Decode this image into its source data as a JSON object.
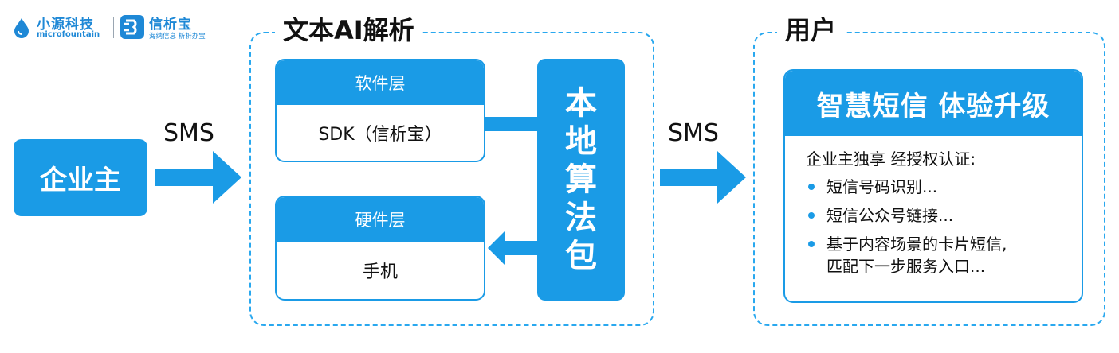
{
  "header": {
    "logo1_name": "小源科技",
    "logo1_sub": "microfountain",
    "logo2_name": "信析宝",
    "logo2_sub": "海纳信息 析析办宝"
  },
  "enterprise": {
    "label": "企业主"
  },
  "arrows": {
    "left_label": "SMS",
    "right_label": "SMS"
  },
  "ai_group": {
    "title": "文本AI解析",
    "software_layer": {
      "header": "软件层",
      "body": "SDK（信析宝）"
    },
    "hardware_layer": {
      "header": "硬件层",
      "body": "手机"
    },
    "algorithm": {
      "chars": [
        "本",
        "地",
        "算",
        "法",
        "包"
      ]
    }
  },
  "user_group": {
    "title": "用户",
    "card_header": "智慧短信 体验升级",
    "intro": "企业主独享 经授权认证:",
    "items": [
      "短信号码识别...",
      "短信公众号链接...",
      "基于内容场景的卡片短信,",
      "匹配下一步服务入口..."
    ]
  },
  "colors": {
    "primary": "#1a9be6",
    "dashed_border": "#29a8ef",
    "text": "#111111"
  }
}
